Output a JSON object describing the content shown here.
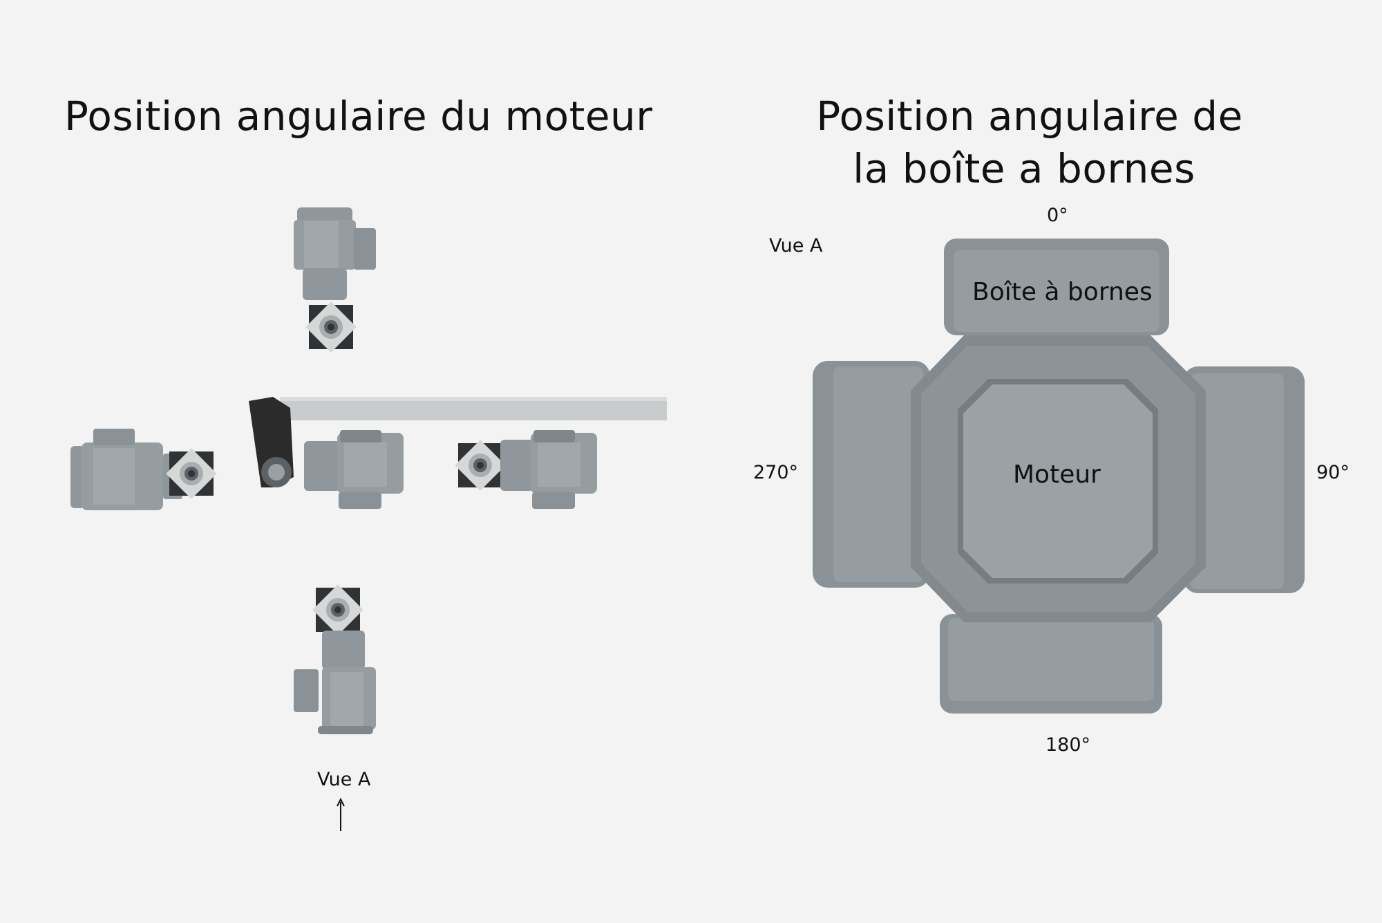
{
  "left": {
    "title": "Position angulaire du moteur",
    "view_label": "Vue A"
  },
  "right": {
    "title_line1": "Position angulaire de",
    "title_line2": "la boîte a bornes",
    "view_label": "Vue A",
    "angle_top": "0°",
    "angle_right": "90°",
    "angle_bottom": "180°",
    "angle_left": "270°",
    "terminal_box_label": "Boîte à bornes",
    "motor_label": "Moteur"
  },
  "colors": {
    "background": "#f3f3f3",
    "motor_gray": "#8f979c",
    "motor_dark": "#6f777c",
    "bar_gray": "#c9cccc",
    "arm_black": "#2b2b2b"
  }
}
